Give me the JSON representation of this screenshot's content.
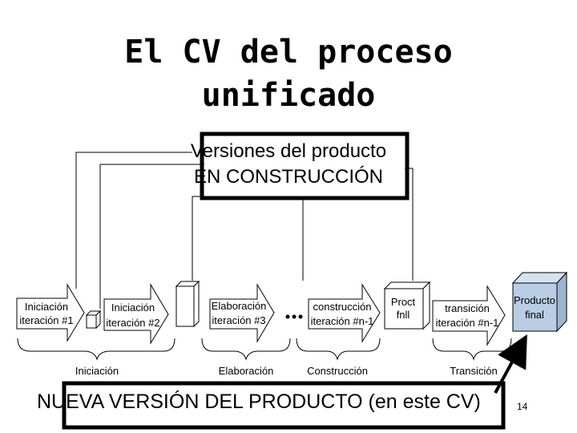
{
  "title_line1": "El CV del proceso",
  "title_line2": "unificado",
  "versions_line1": "Versiones del producto",
  "versions_line2": "EN CONSTRUCCIÓN",
  "iterations": [
    {
      "name": "Iniciación",
      "num": "iteración #1"
    },
    {
      "name": "Iniciación",
      "num": "iteración #2"
    },
    {
      "name": "Elaboración",
      "num": "iteración #3"
    },
    {
      "name": "construcción",
      "num": "iteración #n-1"
    },
    {
      "name": "transición",
      "num": "iteración #n-1"
    }
  ],
  "ellipsis": "•••",
  "box_pfinal": {
    "line1": "Proct",
    "line2": "fnll"
  },
  "final_product": {
    "line1": "Producto",
    "line2": "final"
  },
  "phases": [
    "Iniciación",
    "Elaboración",
    "Construcción",
    "Transición"
  ],
  "bottom_text": "NUEVA VERSIÓN DEL PRODUCTO (en este CV)",
  "page_number": "14",
  "colors": {
    "final_box": "#b9cde5",
    "arrow_fill": "#ffffff",
    "stroke": "#000000"
  }
}
